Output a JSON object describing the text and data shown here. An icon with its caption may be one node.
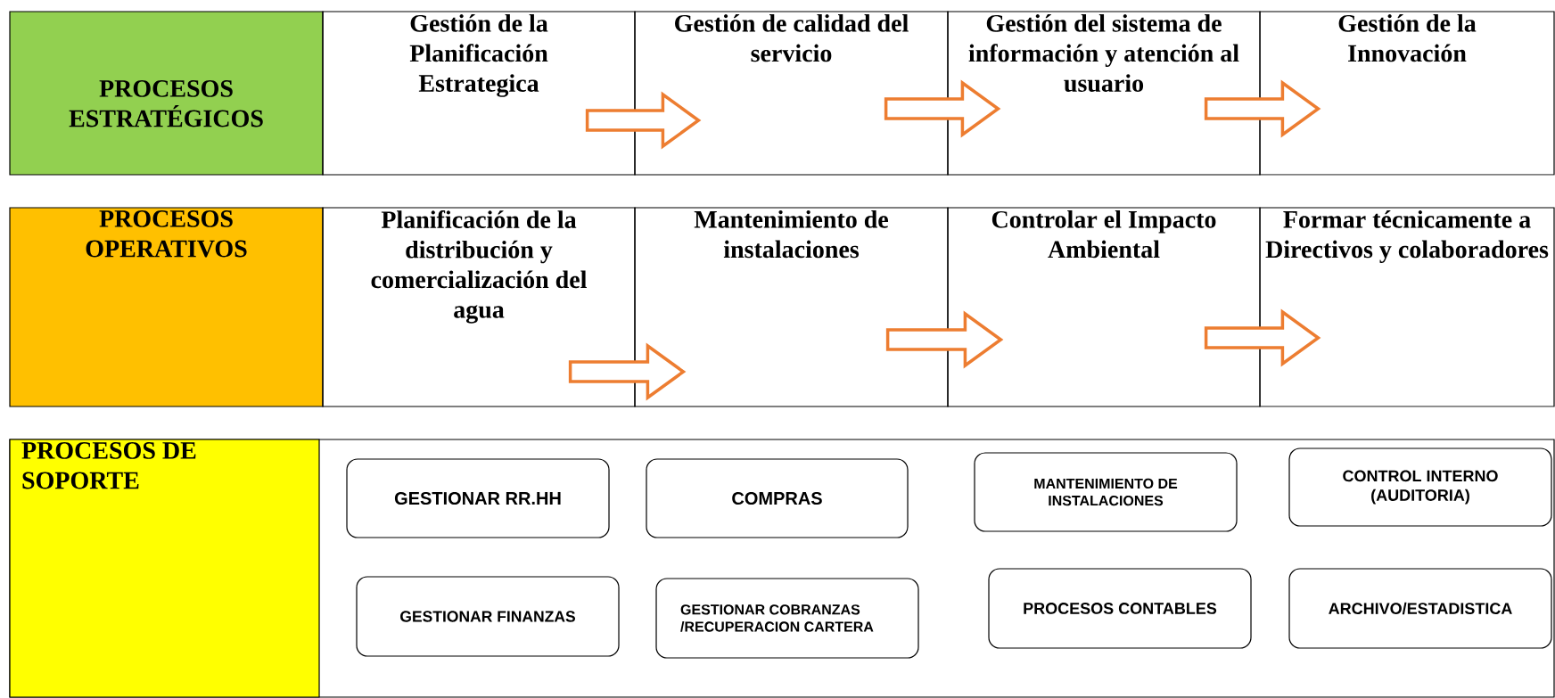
{
  "diagram": {
    "nodes": [
      {
        "text": [
          "PROCESOS ESTRATÉGICOS"
        ]
      },
      {
        "text": [
          "Gestión de la Planificación Estrategica"
        ]
      },
      {
        "text": [
          "Gestión de calidad del servicio"
        ]
      },
      {
        "text": [
          "Gestión del sistema de información y atención al usuario"
        ]
      },
      {
        "text": [
          "Gestión de la Innovación"
        ]
      },
      {
        "text": [
          "PROCESOS OPERATIVOS"
        ]
      },
      {
        "text": [
          "Planificación de la distribución y comercialización del agua"
        ]
      },
      {
        "text": [
          "Mantenimiento de instalaciones"
        ]
      },
      {
        "text": [
          "Controlar el Impacto Ambiental"
        ]
      },
      {
        "text": [
          "Formar técnicamente a Directivos y colaboradores"
        ]
      },
      {
        "text": [
          "PROCESOS DE SOPORTE"
        ]
      },
      {
        "text": [
          "GESTIONAR RR.HH"
        ]
      },
      {
        "text": [
          "COMPRAS"
        ]
      },
      {
        "text": [
          "MANTENIMIENTO DE INSTALACIONES"
        ]
      },
      {
        "text": [
          "CONTROL INTERNO (AUDITORIA)"
        ]
      },
      {
        "text": [
          "GESTIONAR FINANZAS"
        ]
      },
      {
        "text": [
          "GESTIONAR COBRANZAS /RECUPERACION CARTERA"
        ]
      },
      {
        "text": [
          "PROCESOS CONTABLES"
        ]
      },
      {
        "text": [
          "ARCHIVO/ESTADISTICA"
        ]
      }
    ],
    "edges": [
      {
        "from": 1,
        "to": 2,
        "arrow": "to"
      },
      {
        "from": 2,
        "to": 3,
        "arrow": "to"
      },
      {
        "from": 3,
        "to": 4,
        "arrow": "to"
      },
      {
        "from": 6,
        "to": 7,
        "arrow": "to"
      },
      {
        "from": 7,
        "to": 8,
        "arrow": "to"
      },
      {
        "from": 8,
        "to": 9,
        "arrow": "to"
      }
    ]
  }
}
